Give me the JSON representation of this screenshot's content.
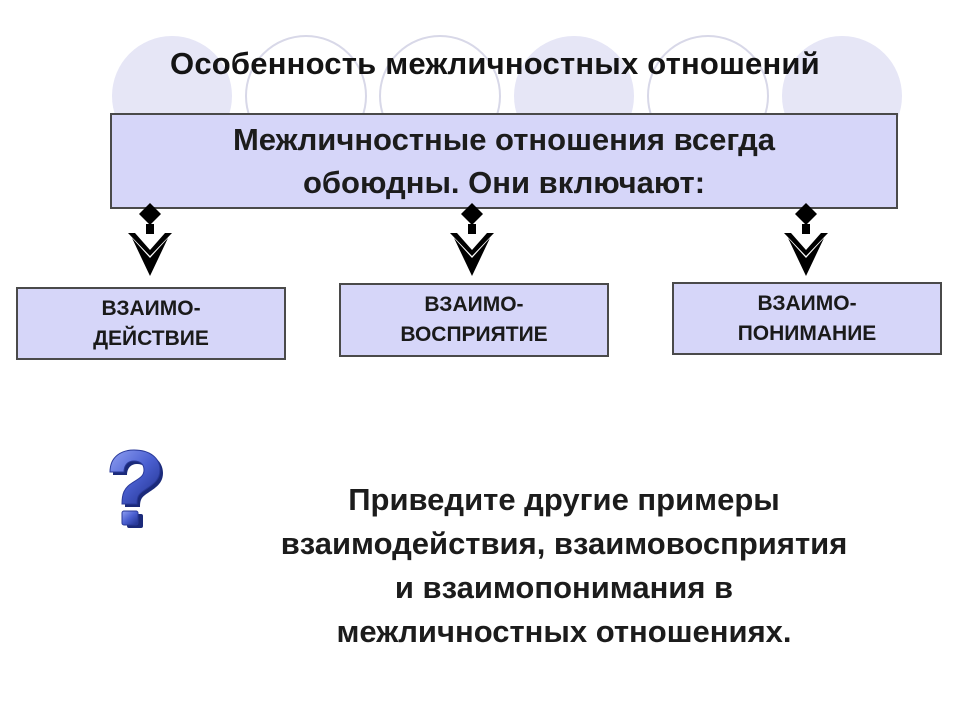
{
  "title": "Особенность межличностных отношений",
  "main_box": {
    "line1": "Межличностные отношения всегда",
    "line2": "обоюдны. Они включают:"
  },
  "boxes": [
    {
      "line1": "ВЗАИМО-",
      "line2": "ДЕЙСТВИЕ"
    },
    {
      "line1": "ВЗАИМО-",
      "line2": "ВОСПРИЯТИЕ"
    },
    {
      "line1": "ВЗАИМО-",
      "line2": "ПОНИМАНИЕ"
    }
  ],
  "question": {
    "line1": "Приведите другие примеры",
    "line2": "взаимодействия, взаимовосприятия",
    "line3": "и взаимопонимания в",
    "line4": "межличностных отношениях."
  },
  "icons": [
    "question-mark-icon",
    "arrow-down-icon"
  ],
  "colors": {
    "box_fill": "#d6d6f9",
    "circle_fill": "#dcdcf4",
    "question_mark": "#4a5fd0"
  }
}
